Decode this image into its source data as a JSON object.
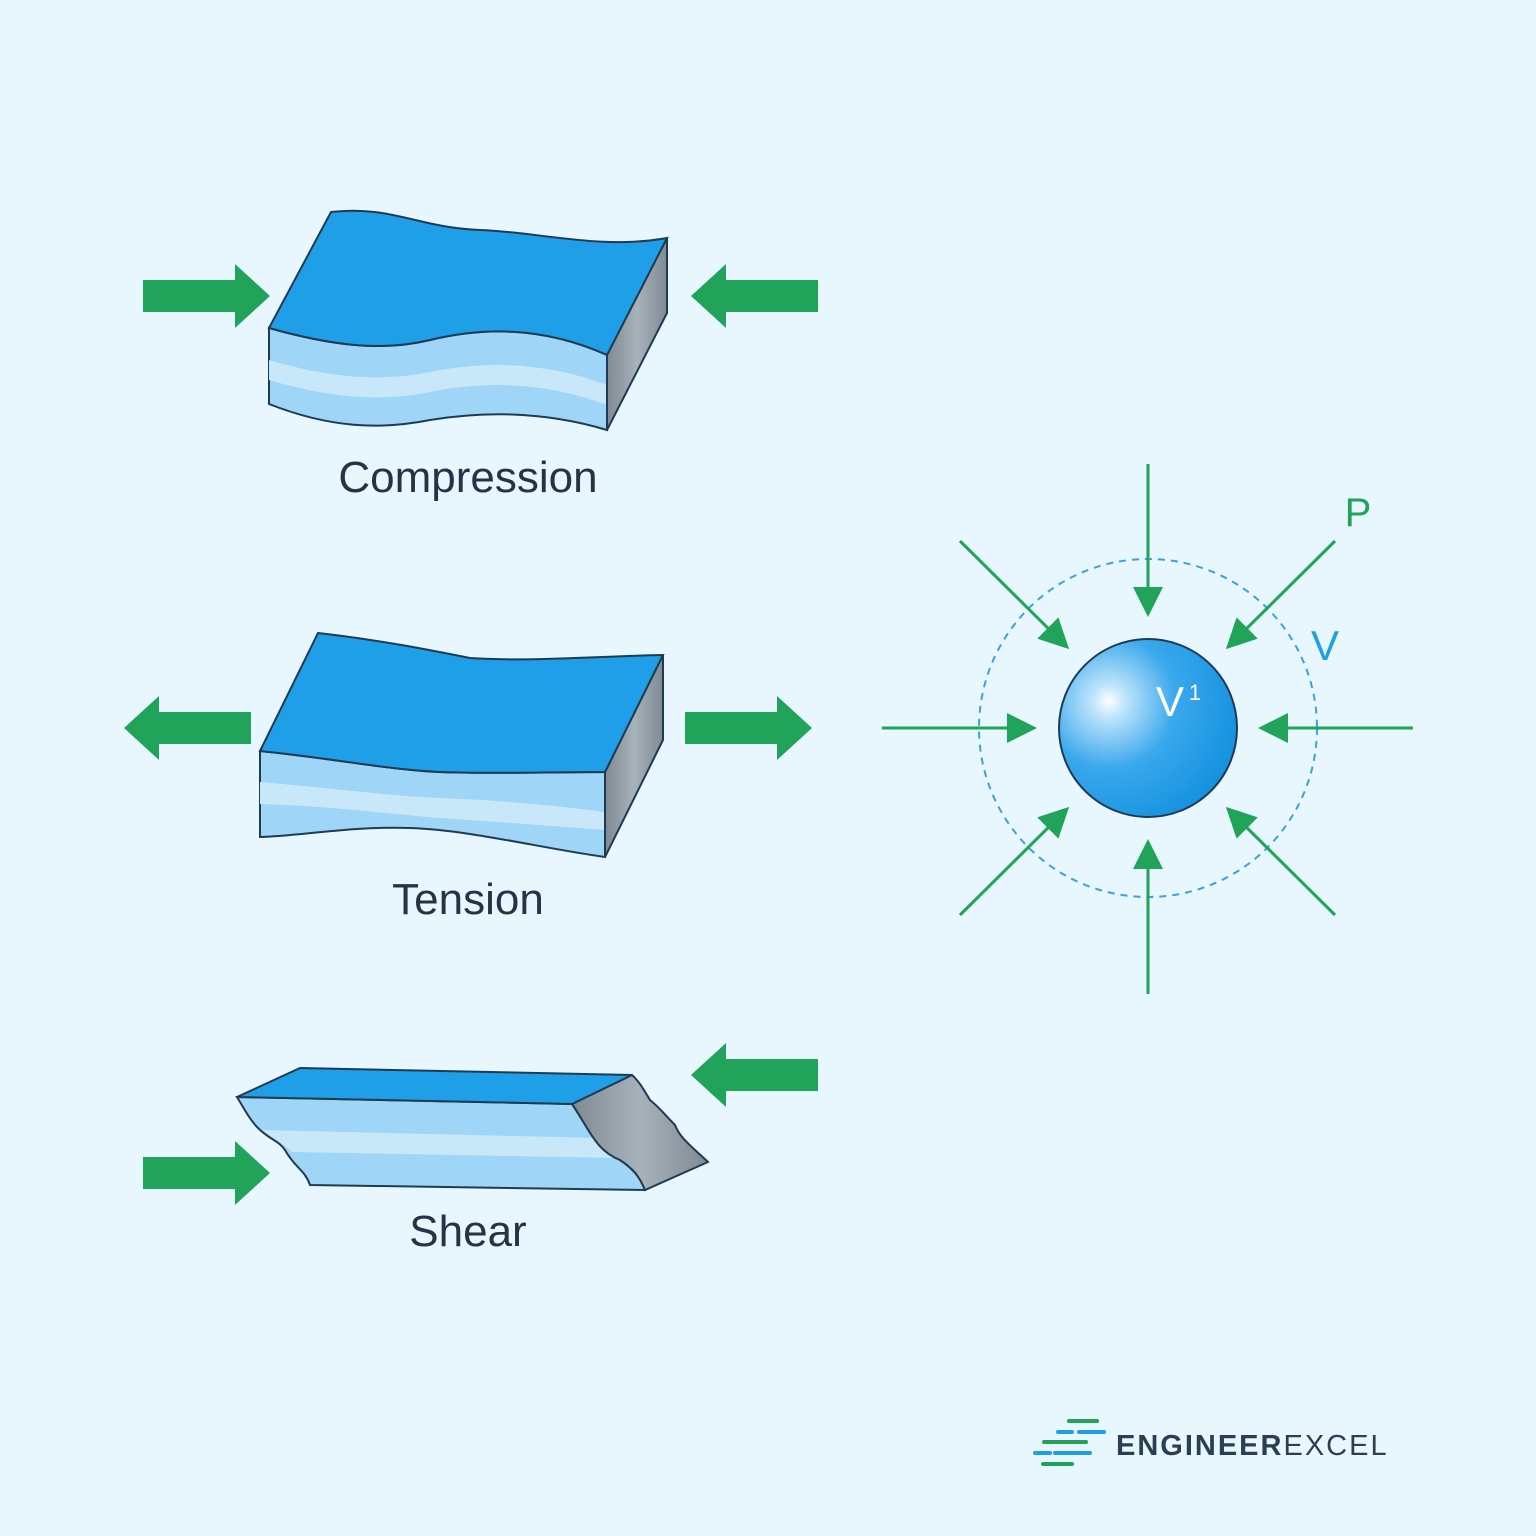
{
  "labels": {
    "compression": "Compression",
    "tension": "Tension",
    "shear": "Shear",
    "pressure_symbol": "P",
    "volume_symbol": "V",
    "new_volume_symbol": "V",
    "new_volume_subscript": "1"
  },
  "brand": {
    "text_primary": "ENGINEER",
    "text_secondary": "EXCEL"
  },
  "colors": {
    "background": "#e8f6fd",
    "arrow_green": "#21a35a",
    "block_top": "#1e9fe8",
    "block_side_light": "#9fd5f6",
    "block_side_stripe": "#c8e8fa",
    "block_end_grey": "#8a959e",
    "outline": "#1f3b53",
    "label_dark": "#243447",
    "volume_blue": "#1e9fe8",
    "brand_text": "#2b3e52"
  }
}
